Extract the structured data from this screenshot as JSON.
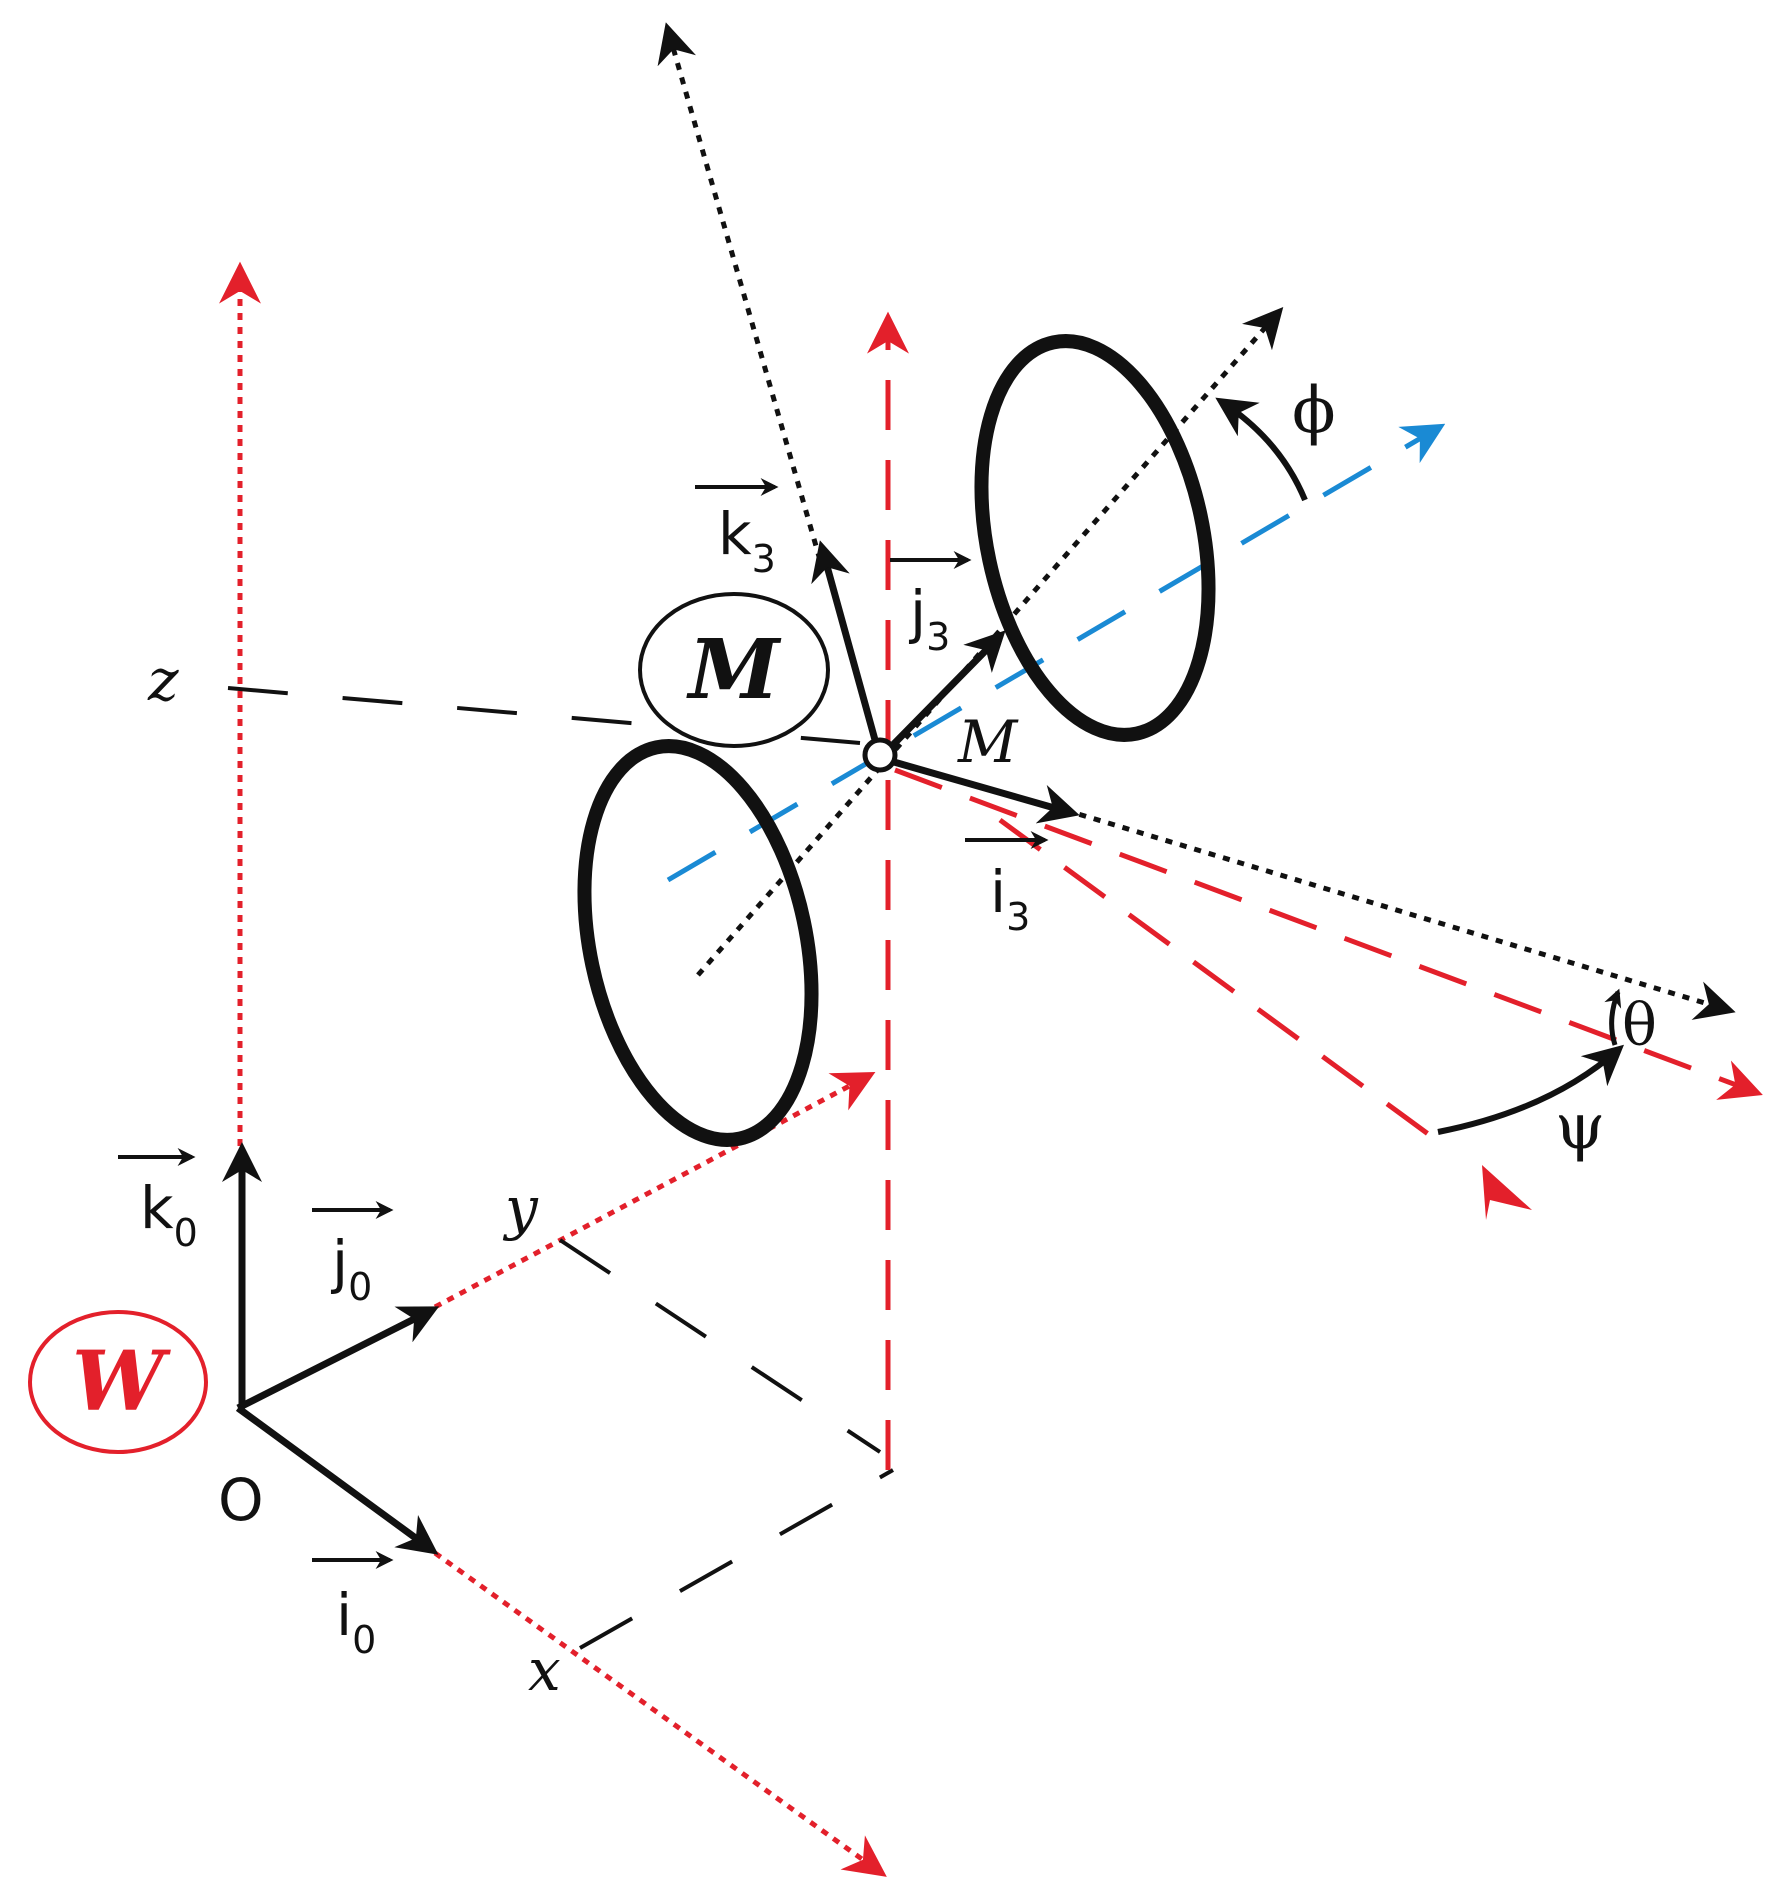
{
  "colors": {
    "black": "#111111",
    "red": "#e3202b",
    "blue": "#1a8ad4"
  },
  "labels": {
    "k0": "k",
    "k0_sub": "0",
    "j0": "j",
    "j0_sub": "0",
    "i0": "i",
    "i0_sub": "0",
    "k3": "k",
    "k3_sub": "3",
    "j3": "j",
    "j3_sub": "3",
    "i3": "i",
    "i3_sub": "3",
    "origin": "O",
    "point_m": "M",
    "axis_x": "x",
    "axis_y": "y",
    "axis_z": "z",
    "phi": "ϕ",
    "theta": "θ",
    "psi": "ψ",
    "frame_world": "W",
    "frame_mobile": "M"
  }
}
